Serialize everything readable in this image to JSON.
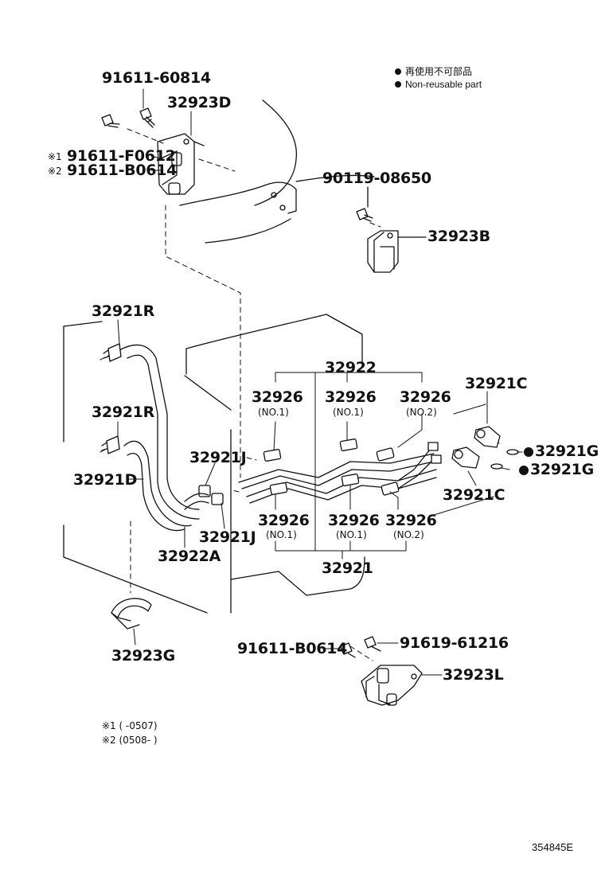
{
  "legend": {
    "line1": "再使用不可部品",
    "line2": "Non-reusable part"
  },
  "labels": {
    "p91611_60814": "91611-60814",
    "p32923D": "32923D",
    "mark1": "※1",
    "p91611_F0612": "91611-F0612",
    "mark2": "※2",
    "p91611_B0614_top": "91611-B0614",
    "p90119_08650": "90119-08650",
    "p32923B": "32923B",
    "p32921R_a": "32921R",
    "p32921R_b": "32921R",
    "p32921D": "32921D",
    "p32922": "32922",
    "p32926_a": "32926",
    "no1_a": "(NO.1)",
    "p32926_b": "32926",
    "no1_b": "(NO.1)",
    "p32926_c": "32926",
    "no2_c": "(NO.2)",
    "p32921C_top": "32921C",
    "p32921G_a": "32921G",
    "p32921G_b": "32921G",
    "p32921C_bot": "32921C",
    "p32921J_a": "32921J",
    "p32921J_b": "32921J",
    "p32922A": "32922A",
    "p32926_d": "32926",
    "no1_d": "(NO.1)",
    "p32926_e": "32926",
    "no1_e": "(NO.1)",
    "p32926_f": "32926",
    "no2_f": "(NO.2)",
    "p32921": "32921",
    "p32923G": "32923G",
    "p91611_B0614_bot": "91611-B0614",
    "p91619_61216": "91619-61216",
    "p32923L": "32923L"
  },
  "footnotes": {
    "note1": "※1 (      -0507)",
    "note2": "※2 (0508-      )"
  },
  "reference": "354845E"
}
